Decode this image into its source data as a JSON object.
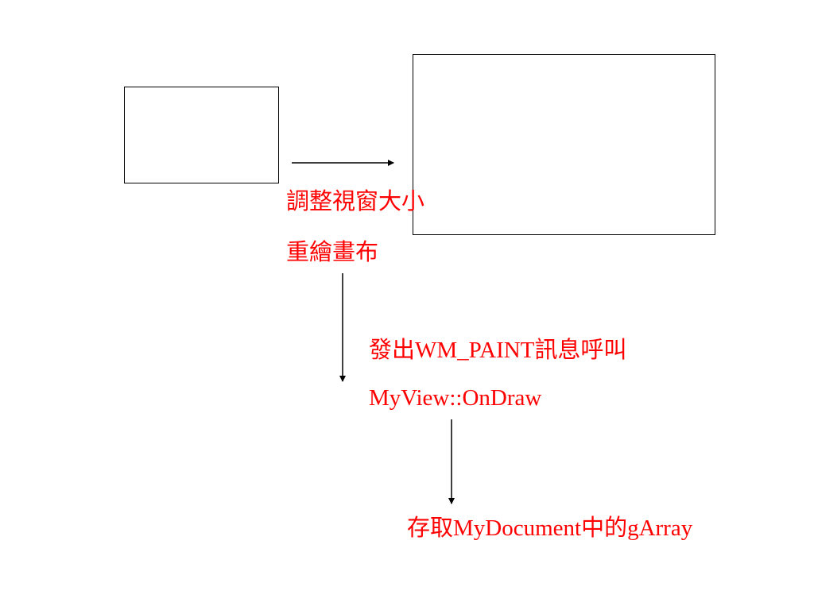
{
  "labels": {
    "resize": "調整視窗大小",
    "redraw": "重繪畫布",
    "wm_paint": "發出WM_PAINT訊息呼叫",
    "on_draw": "MyView::OnDraw",
    "access": "存取MyDocument中的gArray"
  },
  "colors": {
    "label_text": "#ff0000",
    "lines": "#000000",
    "background": "#ffffff"
  }
}
